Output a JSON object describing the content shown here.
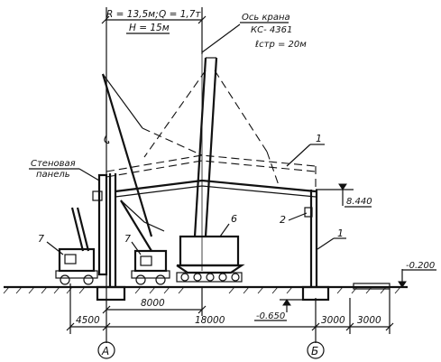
{
  "top_params": {
    "r": "R = 13,5м;",
    "q": "Q = 1,7т",
    "h": "H = 15м"
  },
  "crane_axis": {
    "line1": "Ось крана",
    "line2": "КС- 4361",
    "line3": "ℓстр = 20м"
  },
  "wall_panel": {
    "line1": "Стеновая",
    "line2": "панель"
  },
  "callouts": {
    "c1a": "1",
    "c1b": "1",
    "c2": "2",
    "c6": "6",
    "c7a": "7",
    "c7b": "7"
  },
  "elevations": {
    "top": "8.440",
    "ground": "-0.200",
    "pit": "-0.650"
  },
  "dimensions": {
    "d4500": "4500",
    "d8000": "8000",
    "d18000": "18000",
    "d3000a": "3000",
    "d3000b": "3000"
  },
  "axes": {
    "a": "А",
    "b": "Б"
  }
}
